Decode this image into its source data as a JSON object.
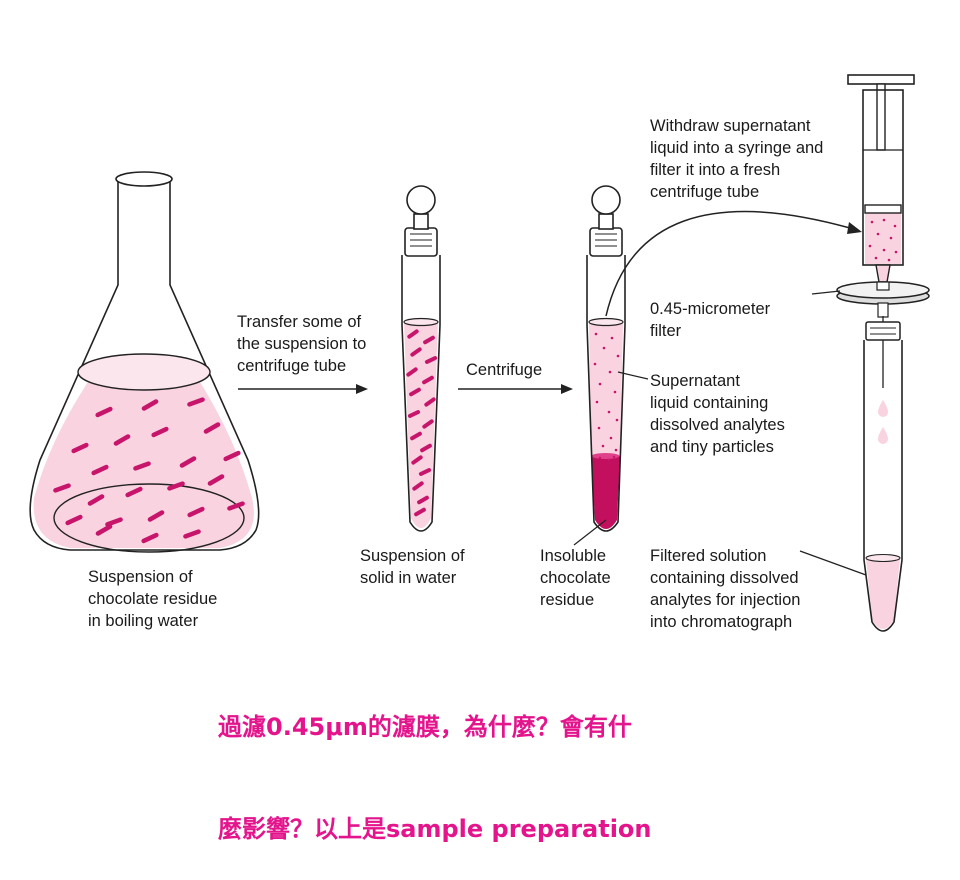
{
  "labels": {
    "flask": "Suspension of\nchocolate residue\nin boiling water",
    "transfer": "Transfer some of\nthe suspension to\ncentrifuge tube",
    "tube1": "Suspension of\nsolid in water",
    "centrifuge": "Centrifuge",
    "insoluble": "Insoluble\nchocolate\nresidue",
    "supernatant": "Supernatant\nliquid containing\ndissolved analytes\nand tiny particles",
    "withdraw": "Withdraw supernatant\nliquid into a syringe and\nfilter it into a fresh\ncentrifuge tube",
    "filter": "0.45-micrometer\nfilter",
    "filtered": "Filtered solution\ncontaining dissolved\nanalytes for injection\ninto chromatograph"
  },
  "caption": {
    "line1": "過濾0.45μm的濾膜，為什麼？會有什",
    "line2": "麼影響？以上是sample preparation"
  },
  "colors": {
    "liquid": "#f9d3e0",
    "particle": "#c7156c",
    "residue": "#c2105f",
    "caption": "#e4148c",
    "outline": "#222222"
  }
}
